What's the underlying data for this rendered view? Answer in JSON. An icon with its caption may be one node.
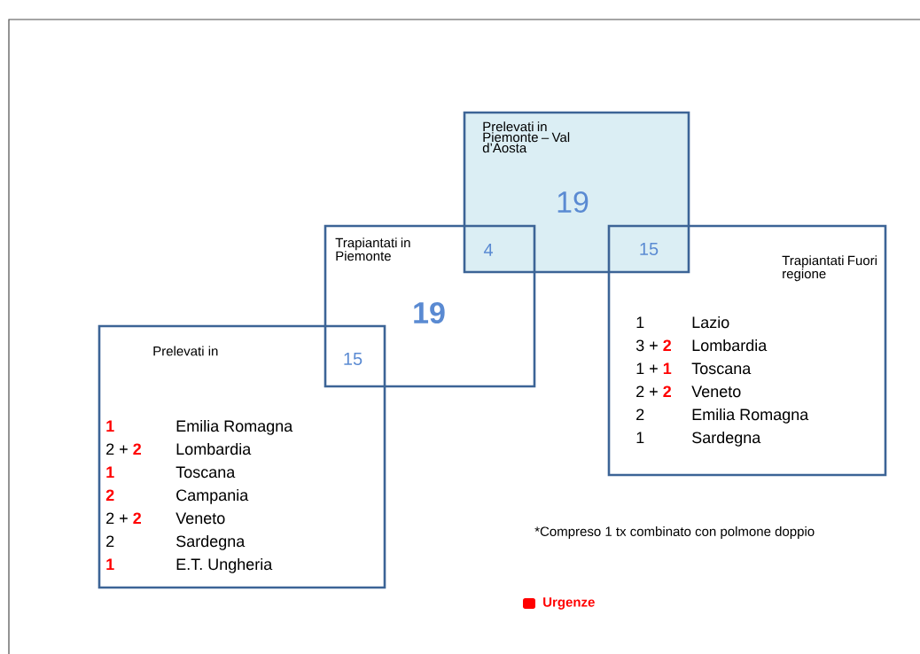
{
  "diagram": {
    "nodes": [
      {
        "text": [
          "Prelevati in Piemonte – Val d’Aosta",
          "19"
        ]
      },
      {
        "text": [
          "Trapiantati in Piemonte",
          "**19**"
        ]
      },
      {
        "text": [
          "Prelevati in",
          "**1**",
          "Emilia Romagna",
          "2 + **2**",
          "Lombardia",
          "**1**",
          "Toscana",
          "**2**",
          "Campania",
          "2 + **2**",
          "Veneto",
          "2",
          "Sardegna",
          "**1**",
          "E.T. Ungheria"
        ]
      },
      {
        "text": [
          "Trapiantati Fuori regione",
          "1",
          "Lazio",
          "3 + **2**",
          "Lombardia",
          "1 + **1**",
          "Toscana",
          "2 + **2**",
          "Veneto",
          "2",
          "Emilia Romagna",
          "1",
          "Sardegna"
        ]
      }
    ],
    "labels": [
      "4",
      "15",
      "15",
      "*Compreso 1 tx combinato con polmone doppio"
    ],
    "legend": [
      {
        "text": "Urgenze",
        "color": "#ff0000"
      }
    ]
  }
}
